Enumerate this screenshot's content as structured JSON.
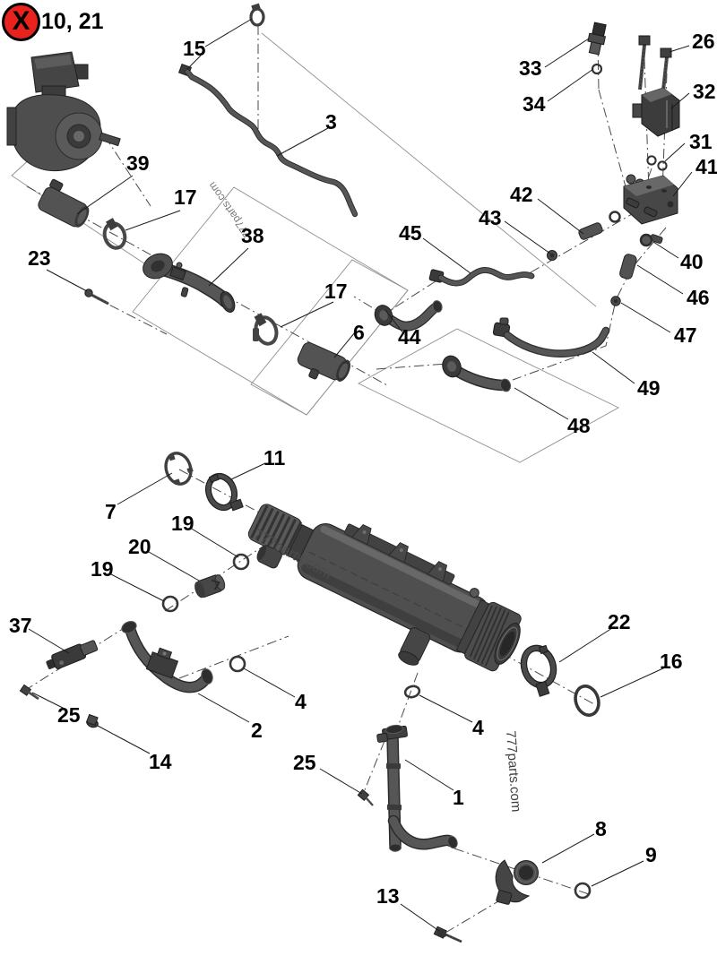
{
  "badge": {
    "symbol": "X",
    "label": "10, 21",
    "circle_color": "#e8231d"
  },
  "watermarks": {
    "w1": "777parts.com",
    "w2": "777parts.com",
    "w3": "777parts.com"
  },
  "colors": {
    "part_body": "#4f4f4f",
    "part_dark": "#2f2f2f",
    "part_light": "#6e6e6e",
    "label": "#000000",
    "background": "#ffffff"
  },
  "callouts": [
    {
      "text": "15"
    },
    {
      "text": "3"
    },
    {
      "text": "33"
    },
    {
      "text": "34"
    },
    {
      "text": "26"
    },
    {
      "text": "32"
    },
    {
      "text": "31"
    },
    {
      "text": "41"
    },
    {
      "text": "39"
    },
    {
      "text": "17"
    },
    {
      "text": "38"
    },
    {
      "text": "23"
    },
    {
      "text": "42"
    },
    {
      "text": "43"
    },
    {
      "text": "45"
    },
    {
      "text": "40"
    },
    {
      "text": "46"
    },
    {
      "text": "47"
    },
    {
      "text": "17"
    },
    {
      "text": "6"
    },
    {
      "text": "44"
    },
    {
      "text": "49"
    },
    {
      "text": "48"
    },
    {
      "text": "7"
    },
    {
      "text": "11"
    },
    {
      "text": "19"
    },
    {
      "text": "20"
    },
    {
      "text": "19"
    },
    {
      "text": "37"
    },
    {
      "text": "22"
    },
    {
      "text": "16"
    },
    {
      "text": "4"
    },
    {
      "text": "2"
    },
    {
      "text": "25"
    },
    {
      "text": "14"
    },
    {
      "text": "4"
    },
    {
      "text": "25"
    },
    {
      "text": "1"
    },
    {
      "text": "8"
    },
    {
      "text": "9"
    },
    {
      "text": "13"
    }
  ]
}
